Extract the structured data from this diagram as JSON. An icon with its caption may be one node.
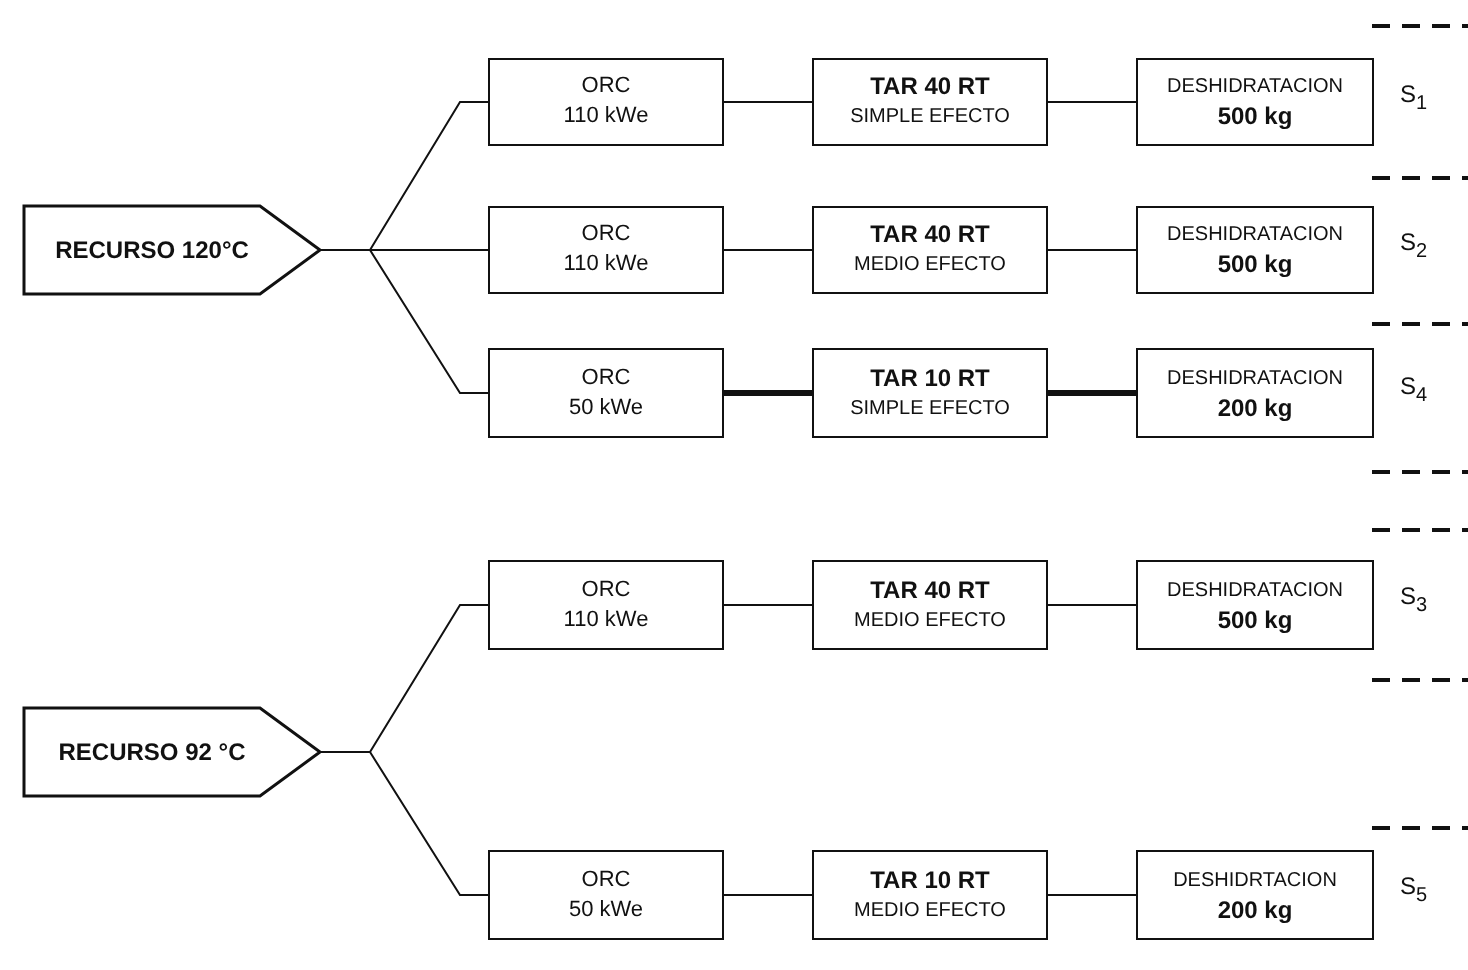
{
  "diagram": {
    "nodes": [
      {
        "text": [
          "RECURSO 120°C"
        ]
      },
      {
        "text": [
          "ORC",
          "110 kWe"
        ]
      },
      {
        "text": [
          "TAR 40 RT",
          "SIMPLE EFECTO"
        ]
      },
      {
        "text": [
          "DESHIDRATACION",
          "500 kg"
        ]
      },
      {
        "text": [
          "ORC",
          "110 kWe"
        ]
      },
      {
        "text": [
          "TAR 40 RT",
          "MEDIO EFECTO"
        ]
      },
      {
        "text": [
          "DESHIDRATACION",
          "500 kg"
        ]
      },
      {
        "text": [
          "ORC",
          "50 kWe"
        ]
      },
      {
        "text": [
          "TAR 10 RT",
          "SIMPLE EFECTO"
        ]
      },
      {
        "text": [
          "DESHIDRATACION",
          "200 kg"
        ]
      },
      {
        "text": [
          "RECURSO 92 °C"
        ]
      },
      {
        "text": [
          "ORC",
          "110 kWe"
        ]
      },
      {
        "text": [
          "TAR 40 RT",
          "MEDIO EFECTO"
        ]
      },
      {
        "text": [
          "DESHIDRATACION",
          "500 kg"
        ]
      },
      {
        "text": [
          "ORC",
          "50 kWe"
        ]
      },
      {
        "text": [
          "TAR 10 RT",
          "MEDIO EFECTO"
        ]
      },
      {
        "text": [
          "DESHIDRTACION",
          "200 kg"
        ]
      }
    ],
    "edges": [
      {
        "from": 0,
        "to": 1,
        "arrow": "none"
      },
      {
        "from": 0,
        "to": 4,
        "arrow": "none"
      },
      {
        "from": 0,
        "to": 7,
        "arrow": "none"
      },
      {
        "from": 1,
        "to": 2,
        "arrow": "none"
      },
      {
        "from": 2,
        "to": 3,
        "arrow": "none"
      },
      {
        "from": 4,
        "to": 5,
        "arrow": "none"
      },
      {
        "from": 5,
        "to": 6,
        "arrow": "none"
      },
      {
        "from": 7,
        "to": 8,
        "arrow": "none",
        "style": "thick"
      },
      {
        "from": 8,
        "to": 9,
        "arrow": "none",
        "style": "thick"
      },
      {
        "from": 10,
        "to": 11,
        "arrow": "none"
      },
      {
        "from": 10,
        "to": 14,
        "arrow": "none"
      },
      {
        "from": 11,
        "to": 12,
        "arrow": "none"
      },
      {
        "from": 12,
        "to": 13,
        "arrow": "none"
      },
      {
        "from": 14,
        "to": 15,
        "arrow": "none"
      },
      {
        "from": 15,
        "to": 16,
        "arrow": "none"
      }
    ],
    "labels": [
      "S$_{1}$",
      "S$_{2}$",
      "S$_{4}$",
      "S$_{3}$",
      "S$_{5}$"
    ]
  }
}
